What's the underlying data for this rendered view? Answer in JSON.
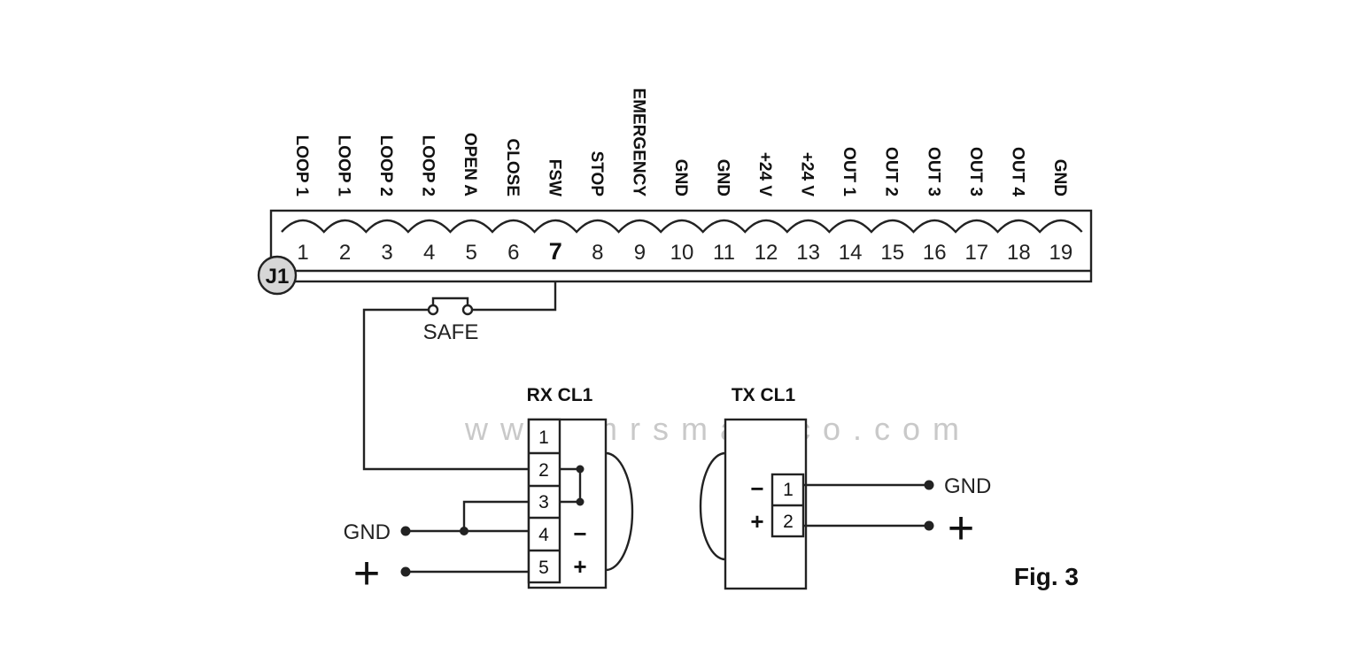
{
  "terminal_block": {
    "badge": "J1",
    "terminals": [
      {
        "num": "1",
        "label": "LOOP 1"
      },
      {
        "num": "2",
        "label": "LOOP 1"
      },
      {
        "num": "3",
        "label": "LOOP 2"
      },
      {
        "num": "4",
        "label": "LOOP 2"
      },
      {
        "num": "5",
        "label": "OPEN A"
      },
      {
        "num": "6",
        "label": "CLOSE"
      },
      {
        "num": "7",
        "label": "FSW"
      },
      {
        "num": "8",
        "label": "STOP"
      },
      {
        "num": "9",
        "label": "EMERGENCY"
      },
      {
        "num": "10",
        "label": "GND"
      },
      {
        "num": "11",
        "label": "GND"
      },
      {
        "num": "12",
        "label": "+24 V"
      },
      {
        "num": "13",
        "label": "+24 V"
      },
      {
        "num": "14",
        "label": "OUT 1"
      },
      {
        "num": "15",
        "label": "OUT 2"
      },
      {
        "num": "16",
        "label": "OUT 3"
      },
      {
        "num": "17",
        "label": "OUT 3"
      },
      {
        "num": "18",
        "label": "OUT 4"
      },
      {
        "num": "19",
        "label": "GND"
      }
    ],
    "highlighted": "7"
  },
  "safe_contact": {
    "label": "SAFE"
  },
  "rx": {
    "title": "RX CL1",
    "pins": [
      "1",
      "2",
      "3",
      "4",
      "5"
    ],
    "signs": {
      "pin4": "−",
      "pin5": "+"
    },
    "gnd_label": "GND",
    "plus_label": "+"
  },
  "tx": {
    "title": "TX CL1",
    "pins": [
      "1",
      "2"
    ],
    "signs": {
      "pin1": "−",
      "pin2": "+"
    },
    "gnd_label": "GND",
    "plus_label": "+"
  },
  "figure_label": "Fig. 3",
  "watermark": "www.mrsmartco.com"
}
